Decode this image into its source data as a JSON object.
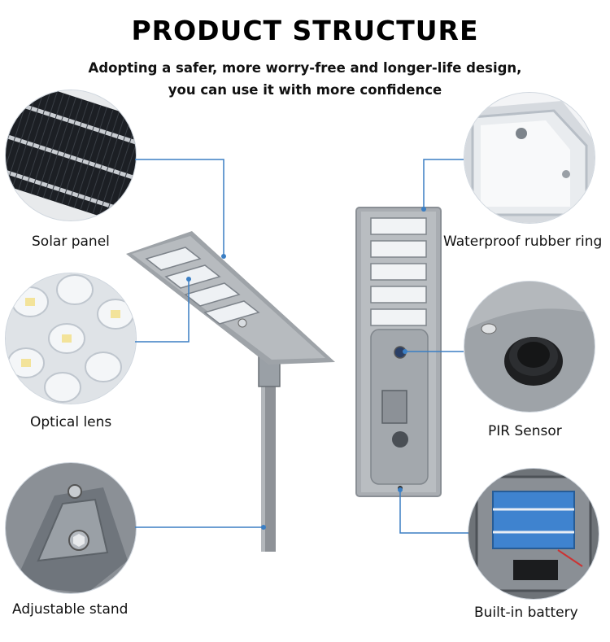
{
  "header": {
    "title": "PRODUCT STRUCTURE",
    "subtitle_line1": "Adopting a safer, more worry-free and longer-life design,",
    "subtitle_line2": "you can use it with more confidence"
  },
  "features": {
    "solar_panel": "Solar panel",
    "optical_lens": "Optical lens",
    "adjustable_stand": "Adjustable stand",
    "waterproof_ring": "Waterproof rubber ring",
    "pir_sensor": "PIR Sensor",
    "battery": "Built-in battery"
  },
  "colors": {
    "callout_line": "#3b7fc4",
    "housing": "#a9adb2"
  }
}
